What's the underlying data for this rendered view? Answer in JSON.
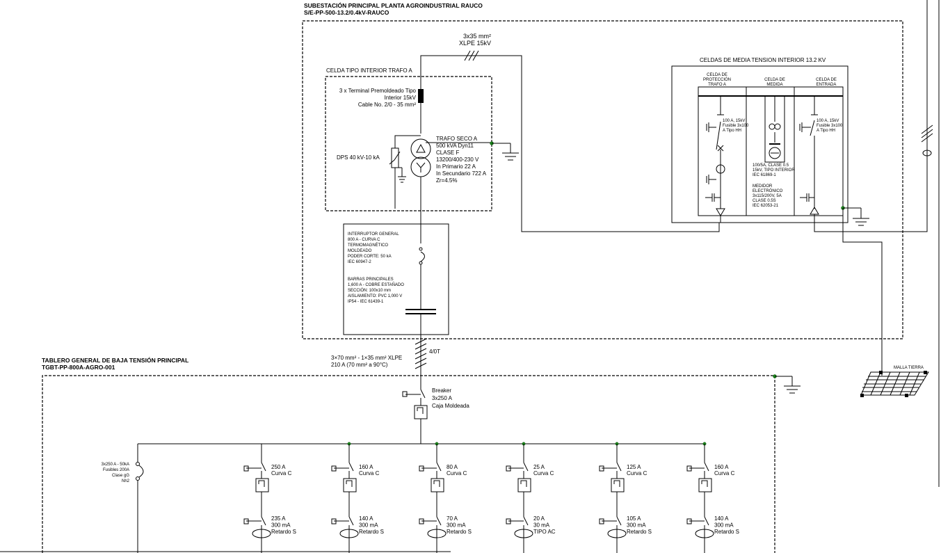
{
  "substation": {
    "title": "SUBESTACIÓN PRINCIPAL PLANTA AGROINDUSTRIAL RAUCO",
    "code": "S/E-PP-500-13.2/0.4kV-RAUCO"
  },
  "mv_cable": {
    "line1": "3x35 mm²",
    "line2": "XLPE 15kV"
  },
  "trafo_cell": {
    "title": "CELDA TIPO INTERIOR TRAFO A",
    "terminal": [
      "3 x Terminal Premoldeado Tipo",
      "Interior 15kV",
      "Cable No. 2/0 - 35 mm²"
    ],
    "dps": "DPS 40 kV-10 kA",
    "trafo": [
      "TRAFO SECO A",
      "500 kVA Dyn11",
      "CLASE F",
      "13200/400-230 V",
      "In Primario 22 A",
      "In Secundario 722 A",
      "Zr=4.5%"
    ]
  },
  "mv_cells": {
    "title": "CELDAS DE MEDIA TENSION INTERIOR 13.2 KV",
    "col1": [
      "CELDA DE",
      "PROTECCIÓN",
      "TRAFO A"
    ],
    "col2": [
      "CELDA DE",
      "MEDIDA"
    ],
    "col3": [
      "CELDA DE",
      "ENTRADA"
    ],
    "fuse1": [
      "100 A, 15kV",
      "Fusible 3x100",
      "A Tipo HH"
    ],
    "meter_ct": [
      "100/5A, CLASE 0.5",
      "15kV, TIPO INTERIOR",
      "IEC 61869-1"
    ],
    "meter": [
      "MEDIDOR",
      "ELECTRÓNICO",
      "3x115/200V, 5A",
      "CLASE 0.5S",
      "IEC 62053-21"
    ],
    "fuse3": [
      "100 A, 15kV",
      "Fusible 3x100",
      "A Tipo HH"
    ]
  },
  "main_switch": {
    "lines": [
      "INTERRUPTOR GENERAL",
      "800 A - CURVA C",
      "TERMOMAGNÉTICO",
      "MOLDEADO",
      "PODER CORTE: 50 kA",
      "IEC 60947-2"
    ],
    "busbar": [
      "BARRAS PRINCIPALES",
      "1,600 A - COBRE ESTAÑADO",
      "SECCIÓN: 100x10 mm",
      "AISLAMIENTO: PVC 1,000 V",
      "IP54 - IEC 61439-1"
    ]
  },
  "lv_cable": {
    "mark": "4/0T",
    "line1": "3×70 mm² - 1×35 mm² XLPE",
    "line2": "210 A (70 mm² a 90°C)"
  },
  "ground_mesh": {
    "label": "MALLA TIERRA"
  },
  "lv_board": {
    "title": "TABLERO GENERAL DE BAJA TENSIÓN PRINCIPAL",
    "code": "TGBT-PP-800A-AGRO-001",
    "breaker": [
      "Breaker",
      "3x250 A",
      "Caja Moldeada"
    ],
    "fuse": [
      "3x250 A - 50kA",
      "Fusibles 200A",
      "Clase gG",
      "Nh2"
    ]
  },
  "circuits": [
    {
      "breaker": "250 A",
      "curve": "Curva C",
      "rcd": [
        "235 A",
        "300 mA",
        "Retardo S"
      ]
    },
    {
      "breaker": "160 A",
      "curve": "Curva C",
      "rcd": [
        "140 A",
        "300 mA",
        "Retardo S"
      ]
    },
    {
      "breaker": "80 A",
      "curve": "Curva C",
      "rcd": [
        "70 A",
        "300 mA",
        "Retardo S"
      ]
    },
    {
      "breaker": "25 A",
      "curve": "Curva C",
      "rcd": [
        "20 A",
        "30 mA",
        "TIPO AC"
      ]
    },
    {
      "breaker": "125 A",
      "curve": "Curva C",
      "rcd": [
        "105 A",
        "300 mA",
        "Retardo S"
      ]
    },
    {
      "breaker": "160 A",
      "curve": "Curva C",
      "rcd": [
        "140 A",
        "300 mA",
        "Retardo S"
      ]
    }
  ],
  "colors": {
    "junction": "#1a8a1a",
    "line": "#000000"
  }
}
